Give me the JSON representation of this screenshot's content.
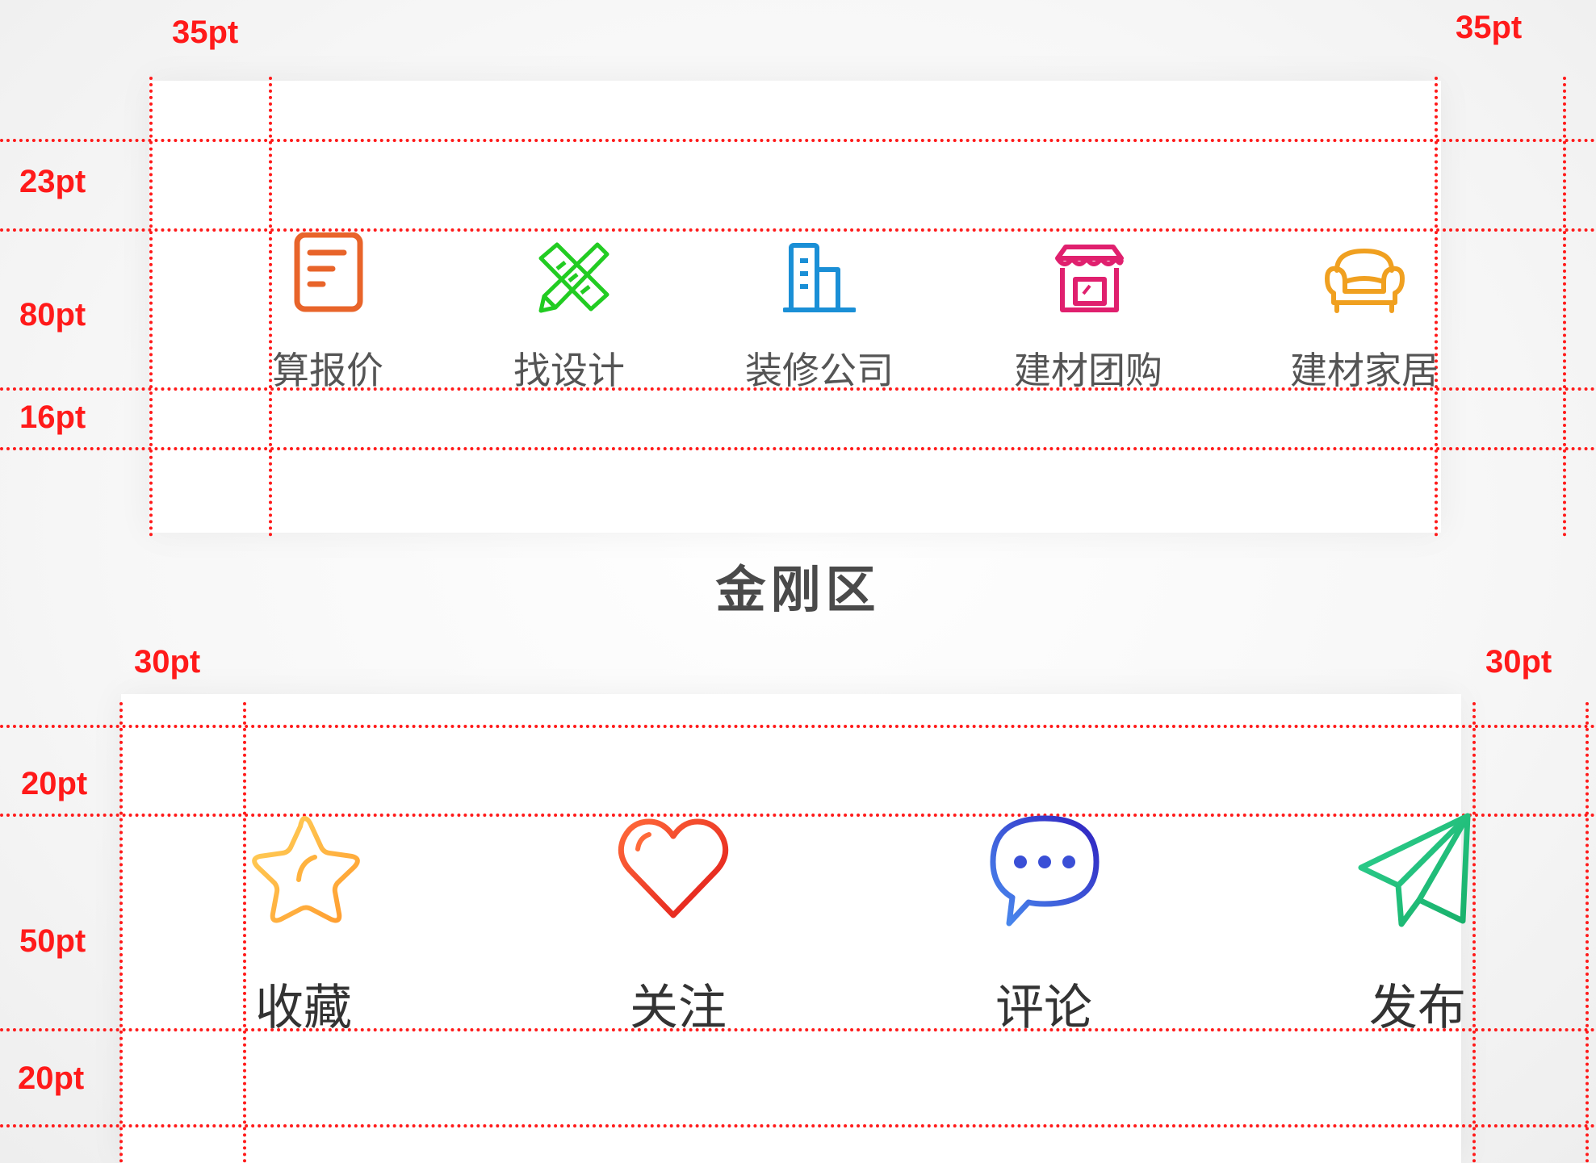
{
  "top_section": {
    "margin_left_label": "35pt",
    "margin_right_label": "35pt",
    "rows": [
      "23pt",
      "80pt",
      "16pt"
    ],
    "items": [
      {
        "label": "算报价",
        "icon": "document-icon",
        "color": "#e8642a"
      },
      {
        "label": "找设计",
        "icon": "ruler-pencil-icon",
        "color": "#22cc22"
      },
      {
        "label": "装修公司",
        "icon": "building-icon",
        "color": "#1a8fd6"
      },
      {
        "label": "建材团购",
        "icon": "storefront-icon",
        "color": "#e0206e"
      },
      {
        "label": "建材家居",
        "icon": "sofa-icon",
        "color": "#f0a020"
      }
    ]
  },
  "section_title": "金刚区",
  "bottom_section": {
    "margin_left_label": "30pt",
    "margin_right_label": "30pt",
    "rows": [
      "20pt",
      "50pt",
      "20pt"
    ],
    "items": [
      {
        "label": "收藏",
        "icon": "star-icon",
        "color": "#ffb23e"
      },
      {
        "label": "关注",
        "icon": "heart-icon",
        "color": "#f0402a"
      },
      {
        "label": "评论",
        "icon": "chat-bubble-icon",
        "color": "#3a4fd6"
      },
      {
        "label": "发布",
        "icon": "paper-plane-icon",
        "color": "#22c07a"
      }
    ]
  }
}
